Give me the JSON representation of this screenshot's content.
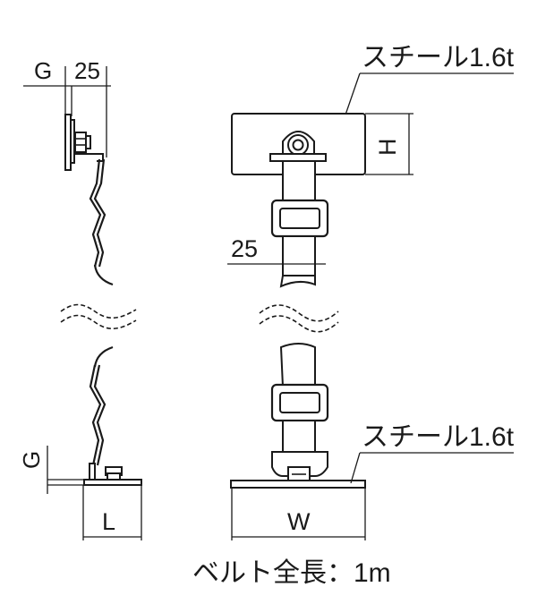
{
  "side_view": {
    "gap_top_label": "G",
    "thickness_label": "25",
    "gap_bottom_label": "G",
    "length_label": "L"
  },
  "front_view": {
    "top_plate_material": "スチール1.6t",
    "height_label": "H",
    "belt_width_label": "25",
    "bottom_plate_material": "スチール1.6t",
    "width_label": "W"
  },
  "belt_total_length": "ベルト全長：1m"
}
